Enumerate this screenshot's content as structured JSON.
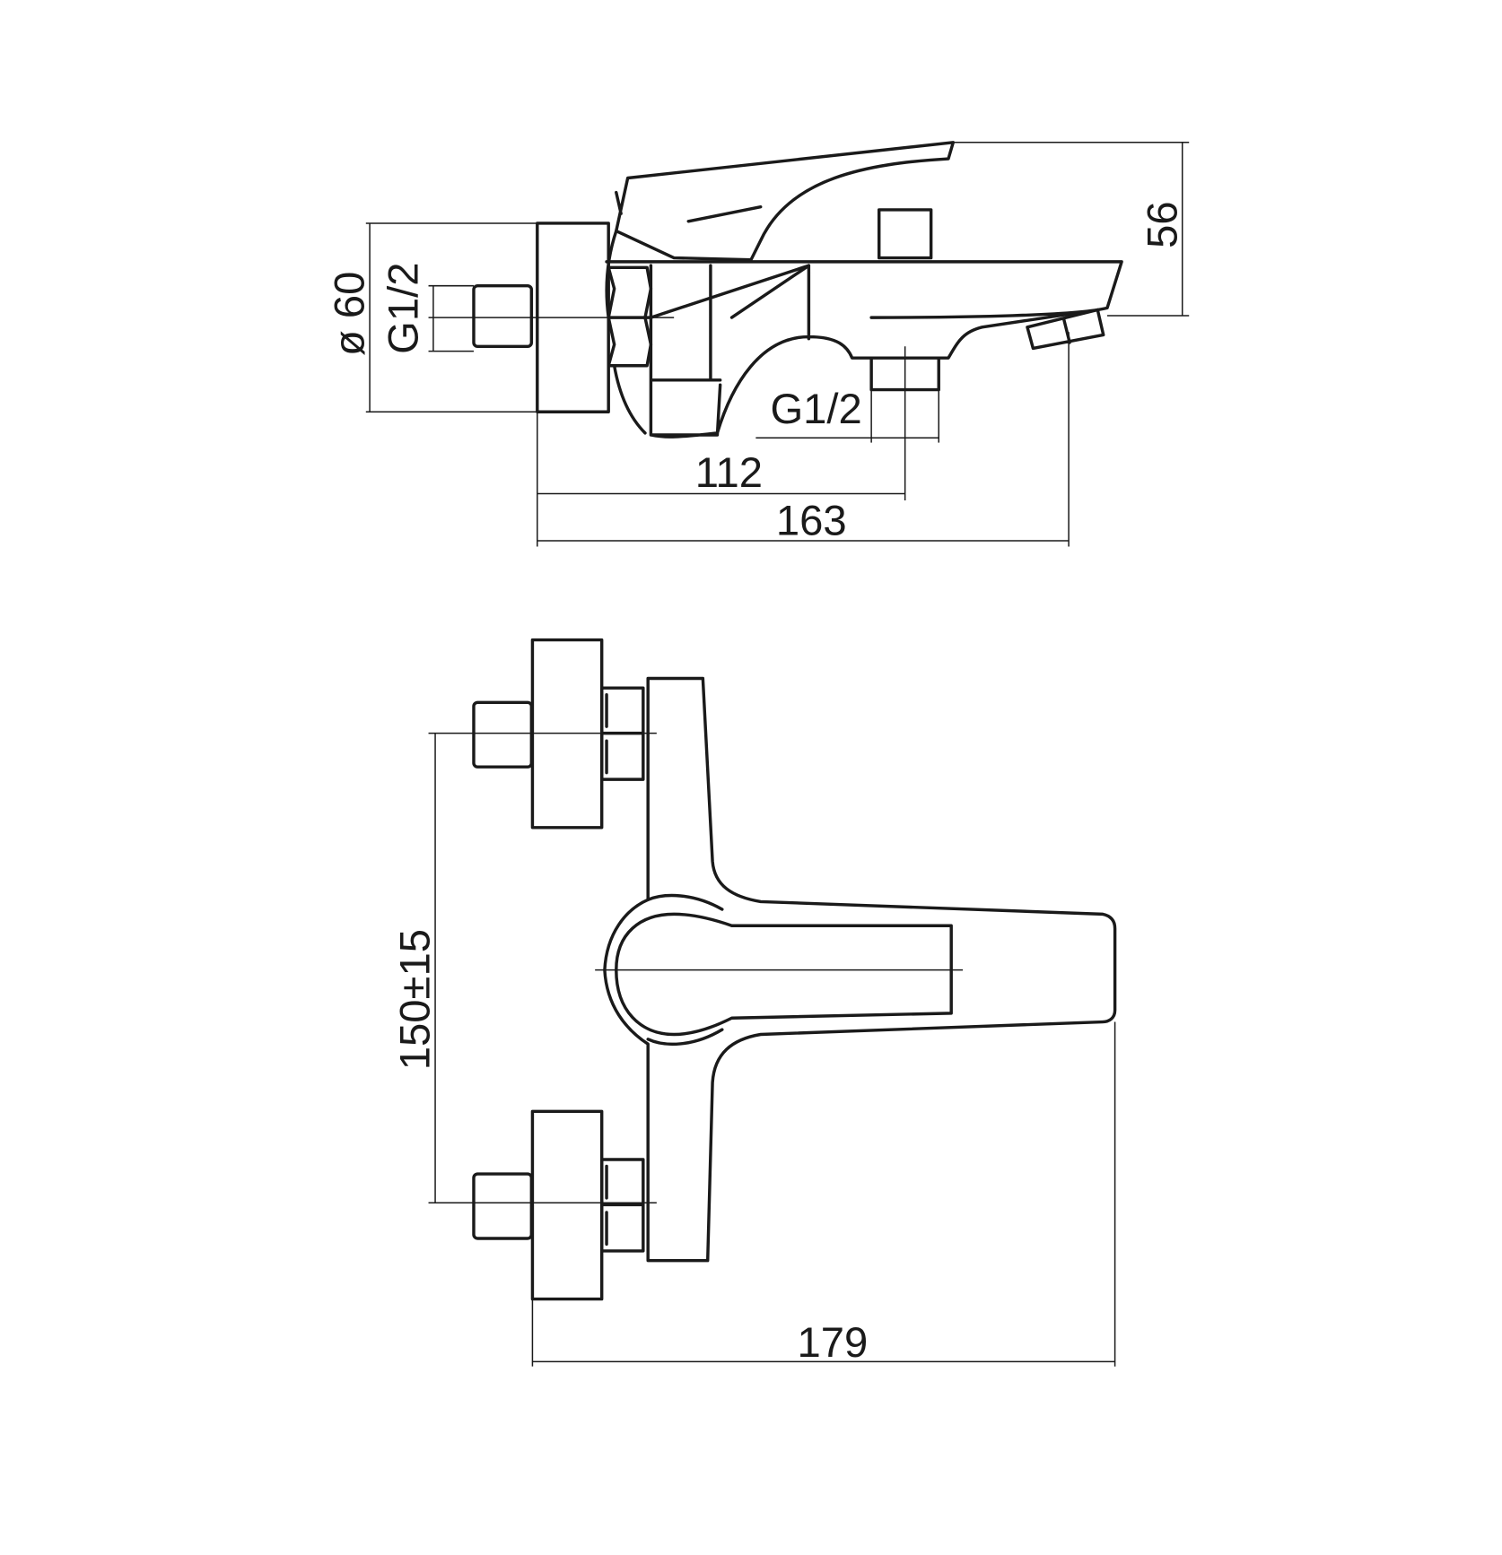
{
  "drawing": {
    "side_view": {
      "dim_flange_diameter": "ø 60",
      "dim_inlet_thread": "G1/2",
      "dim_height": "56",
      "dim_outlet_thread": "G1/2",
      "dim_outlet_offset": "112",
      "dim_projection": "163"
    },
    "front_view": {
      "dim_inlet_spacing": "150±15",
      "dim_width": "179"
    },
    "line_color": "#1a1a1a"
  }
}
